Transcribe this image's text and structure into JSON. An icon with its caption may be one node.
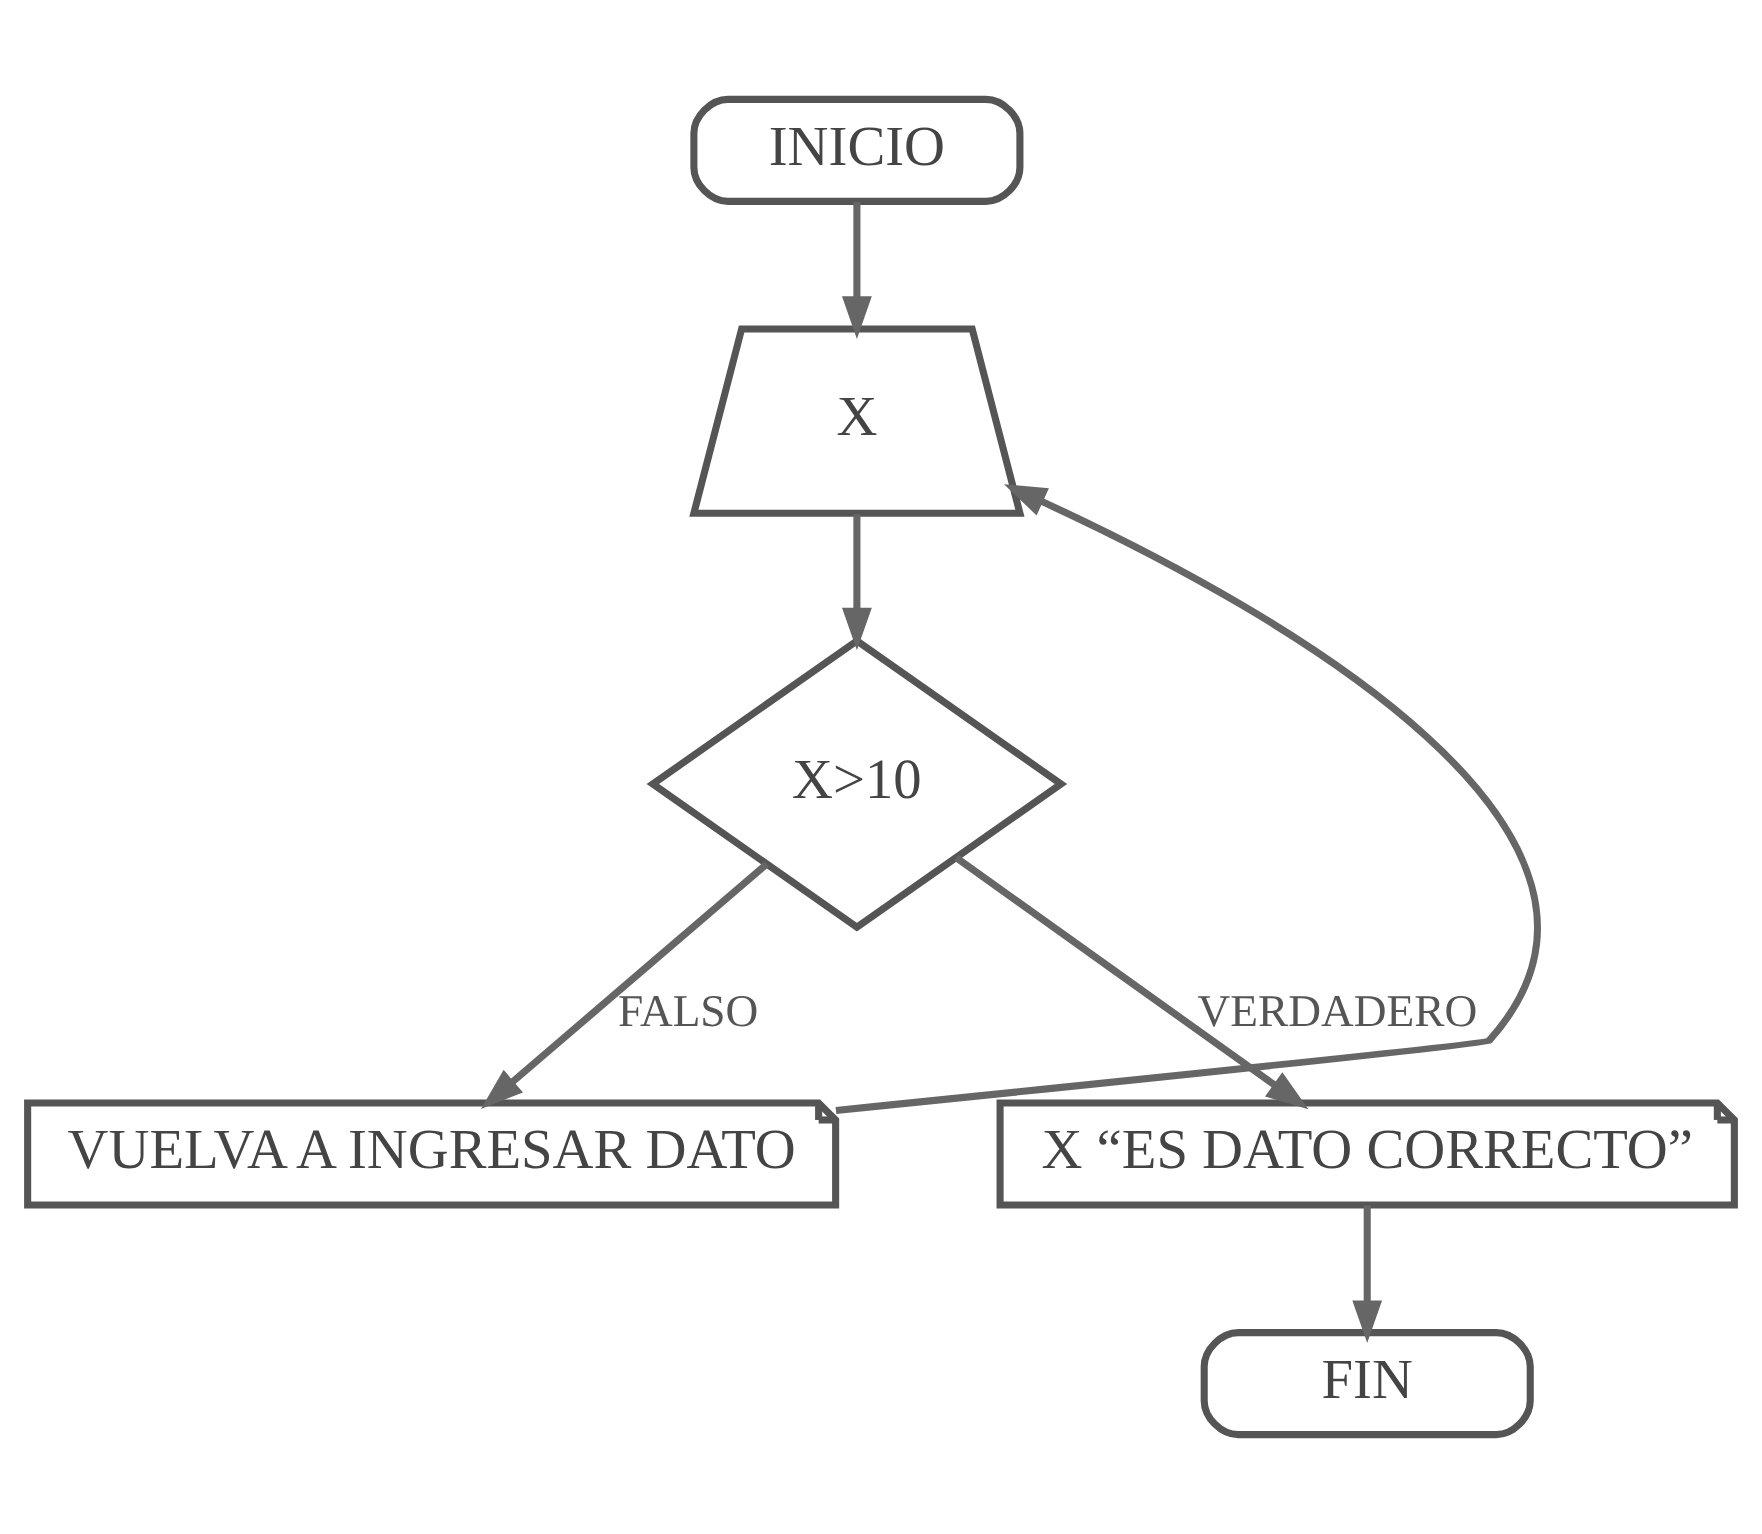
{
  "diagram": {
    "nodes": [
      {
        "text": [
          "INICIO"
        ]
      },
      {
        "text": [
          "X"
        ]
      },
      {
        "text": [
          "X>10"
        ]
      },
      {
        "text": [
          "VUELVA A INGRESAR DATO"
        ]
      },
      {
        "text": [
          "X “ES DATO CORRECTO”"
        ]
      },
      {
        "text": [
          "FIN"
        ]
      }
    ],
    "edges": [
      {
        "from": 0,
        "to": 1,
        "arrow": "to"
      },
      {
        "from": 3,
        "to": 1,
        "arrow": "to"
      },
      {
        "from": 1,
        "to": 2,
        "arrow": "to"
      },
      {
        "from": 2,
        "to": 3,
        "arrow": "to",
        "label": "FALSO"
      },
      {
        "from": 2,
        "to": 4,
        "arrow": "to",
        "label": "VERDADERO"
      },
      {
        "from": 4,
        "to": 5,
        "arrow": "to"
      }
    ]
  }
}
